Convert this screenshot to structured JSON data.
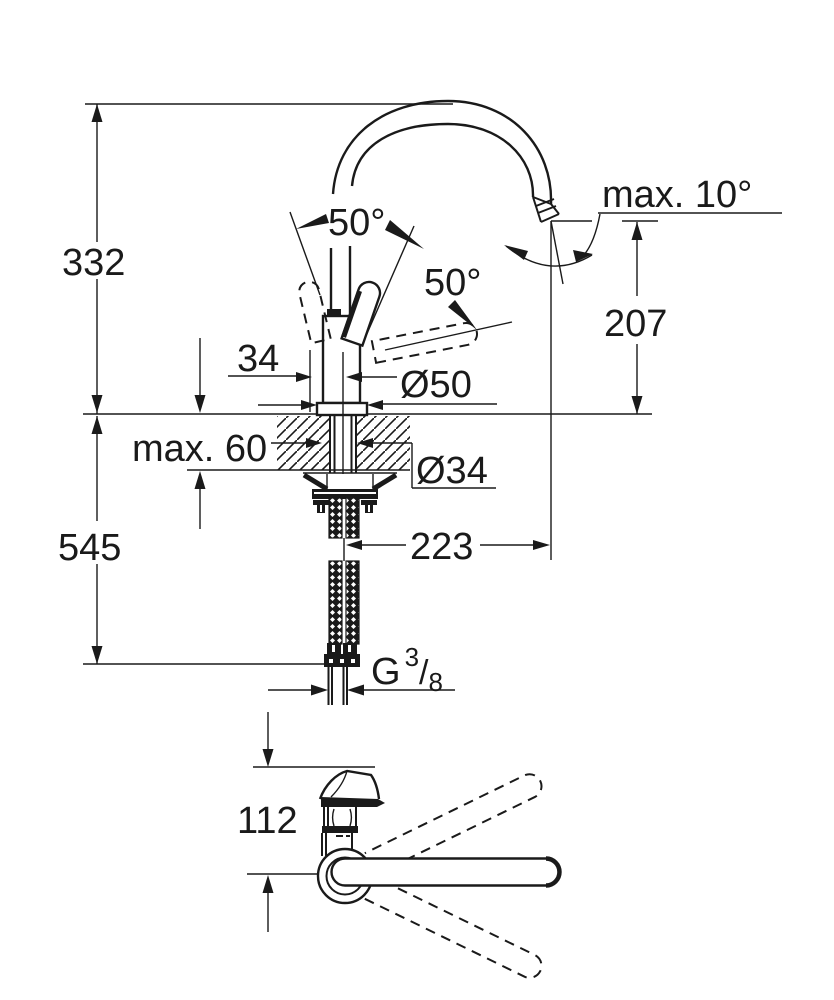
{
  "drawing": {
    "colors": {
      "ink": "#1a1a1a",
      "background": "#ffffff"
    },
    "labels": {
      "spout_height": "332",
      "hose_length": "545",
      "deck_thickness": "max. 60",
      "handle_offset": "34",
      "base_diameter": "Ø50",
      "shank_diameter": "Ø34",
      "spout_reach": "223",
      "outlet_height": "207",
      "outlet_tilt": "max. 10°",
      "handle_angle_left": "50°",
      "handle_angle_right": "50°",
      "lever_length": "112",
      "thread": {
        "prefix": "G",
        "numerator": "3",
        "separator": "/",
        "denominator": "8"
      }
    }
  }
}
